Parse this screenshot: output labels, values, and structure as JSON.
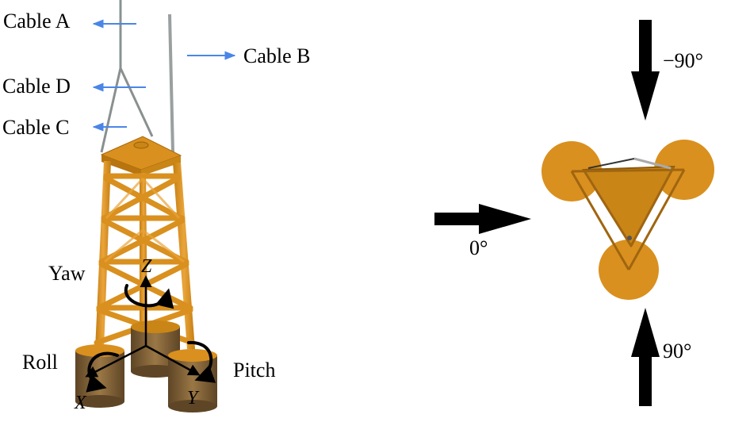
{
  "cables": {
    "a": "Cable A",
    "b": "Cable B",
    "c": "Cable C",
    "d": "Cable D"
  },
  "motions": {
    "yaw": "Yaw",
    "roll": "Roll",
    "pitch": "Pitch"
  },
  "axes": {
    "x": "X",
    "y": "Y",
    "z": "Z"
  },
  "headings": {
    "minus90": "−90°",
    "zero": "0°",
    "plus90": "90°"
  },
  "colors": {
    "platform": "#D9901E",
    "platform_shade": "#B8740F",
    "cable": "#8A9090",
    "pointer_arrow": "#4A86E8",
    "base_column": "#8B6A3E"
  }
}
